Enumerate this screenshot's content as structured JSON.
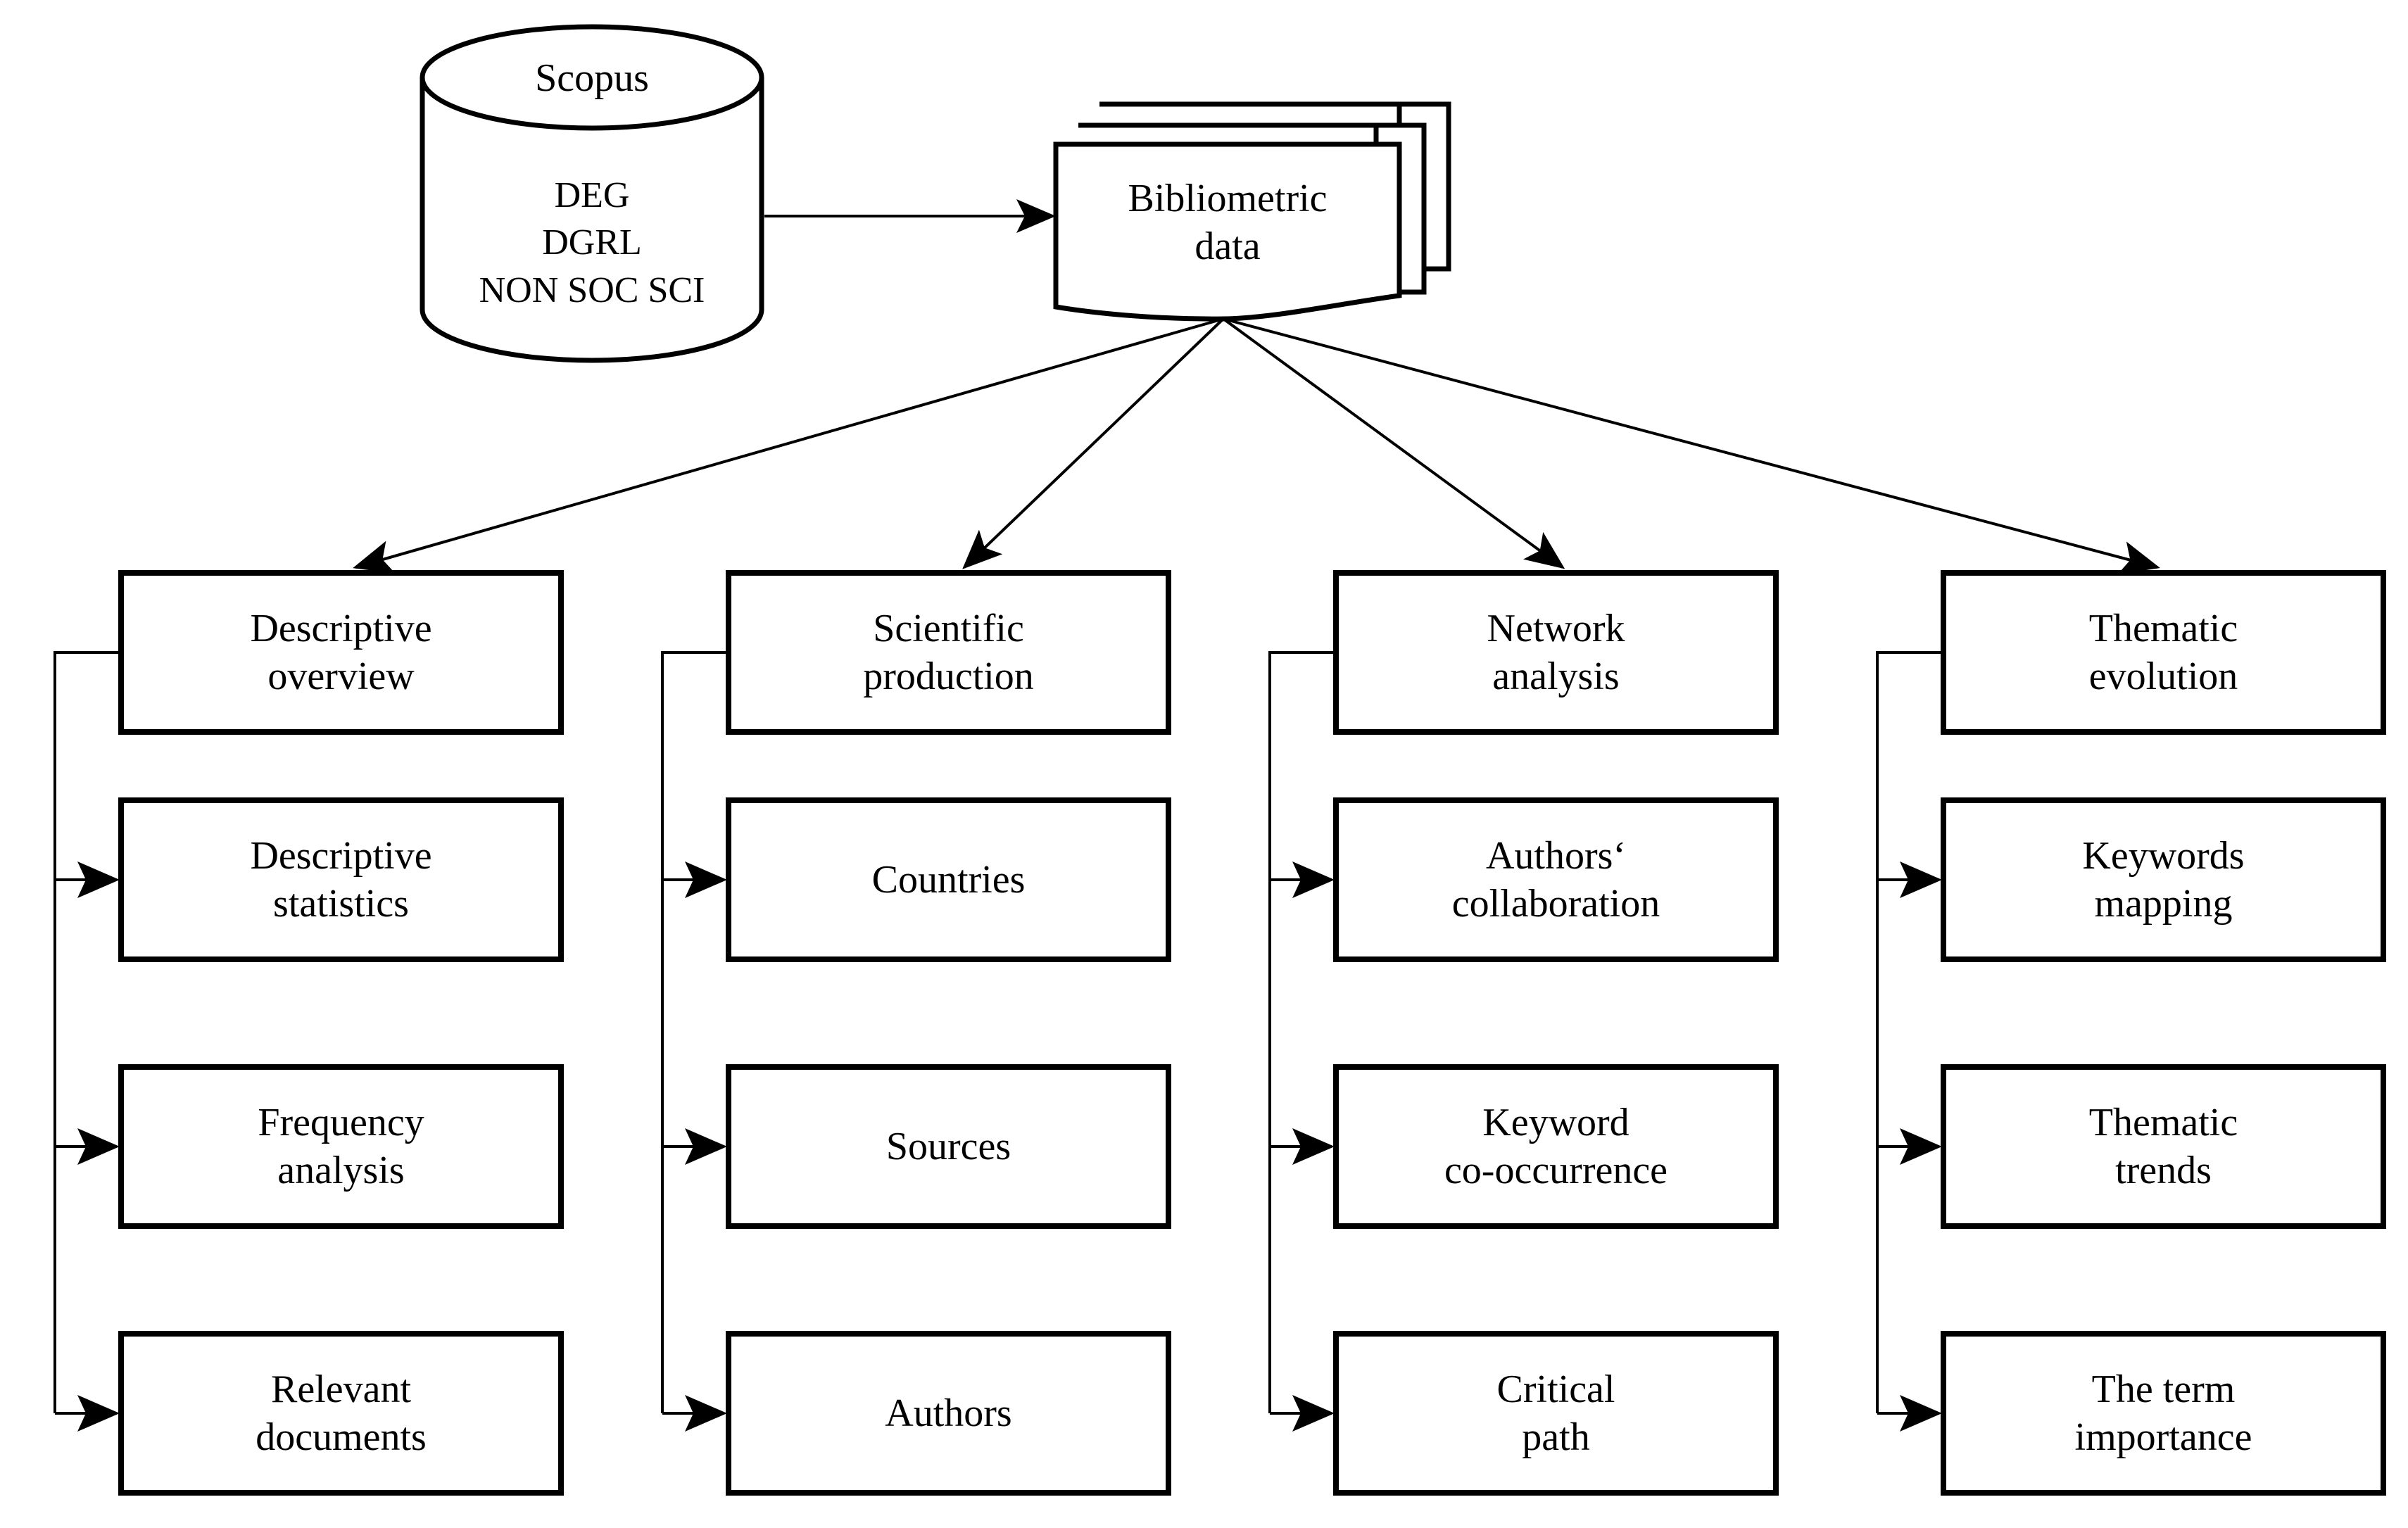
{
  "figure": {
    "type": "flowchart",
    "orientation": "top-down",
    "background": "#ffffff",
    "stroke_color": "#000000"
  },
  "source": {
    "shape": "cylinder-database-icon",
    "title": "Scopus",
    "lines": [
      "DEG",
      "DGRL",
      "NON SOC SCI"
    ]
  },
  "dataset": {
    "shape": "document-stack-icon",
    "sheets": 3,
    "label_line1": "Bibliometric",
    "label_line2": "data"
  },
  "connectors": {
    "source_to_dataset": "arrow-right",
    "dataset_to_columns": "fan-arrows-down",
    "column_spine": "elbow-arrow-right"
  },
  "columns": [
    {
      "id": "descriptive-overview",
      "header": {
        "line1": "Descriptive",
        "line2": "overview"
      },
      "items": [
        {
          "line1": "Descriptive",
          "line2": "statistics"
        },
        {
          "line1": "Frequency",
          "line2": "analysis"
        },
        {
          "line1": "Relevant",
          "line2": "documents"
        }
      ]
    },
    {
      "id": "scientific-production",
      "header": {
        "line1": "Scientific",
        "line2": "production"
      },
      "items": [
        {
          "line1": "Countries",
          "line2": ""
        },
        {
          "line1": "Sources",
          "line2": ""
        },
        {
          "line1": "Authors",
          "line2": ""
        }
      ]
    },
    {
      "id": "network-analysis",
      "header": {
        "line1": "Network",
        "line2": "analysis"
      },
      "items": [
        {
          "line1": "Authors‘",
          "line2": "collaboration"
        },
        {
          "line1": "Keyword",
          "line2": "co-occurrence"
        },
        {
          "line1": "Critical",
          "line2": "path"
        }
      ]
    },
    {
      "id": "thematic-evolution",
      "header": {
        "line1": "Thematic",
        "line2": "evolution"
      },
      "items": [
        {
          "line1": "Keywords",
          "line2": "mapping"
        },
        {
          "line1": "Thematic",
          "line2": "trends"
        },
        {
          "line1": "The term",
          "line2": "importance"
        }
      ]
    }
  ]
}
